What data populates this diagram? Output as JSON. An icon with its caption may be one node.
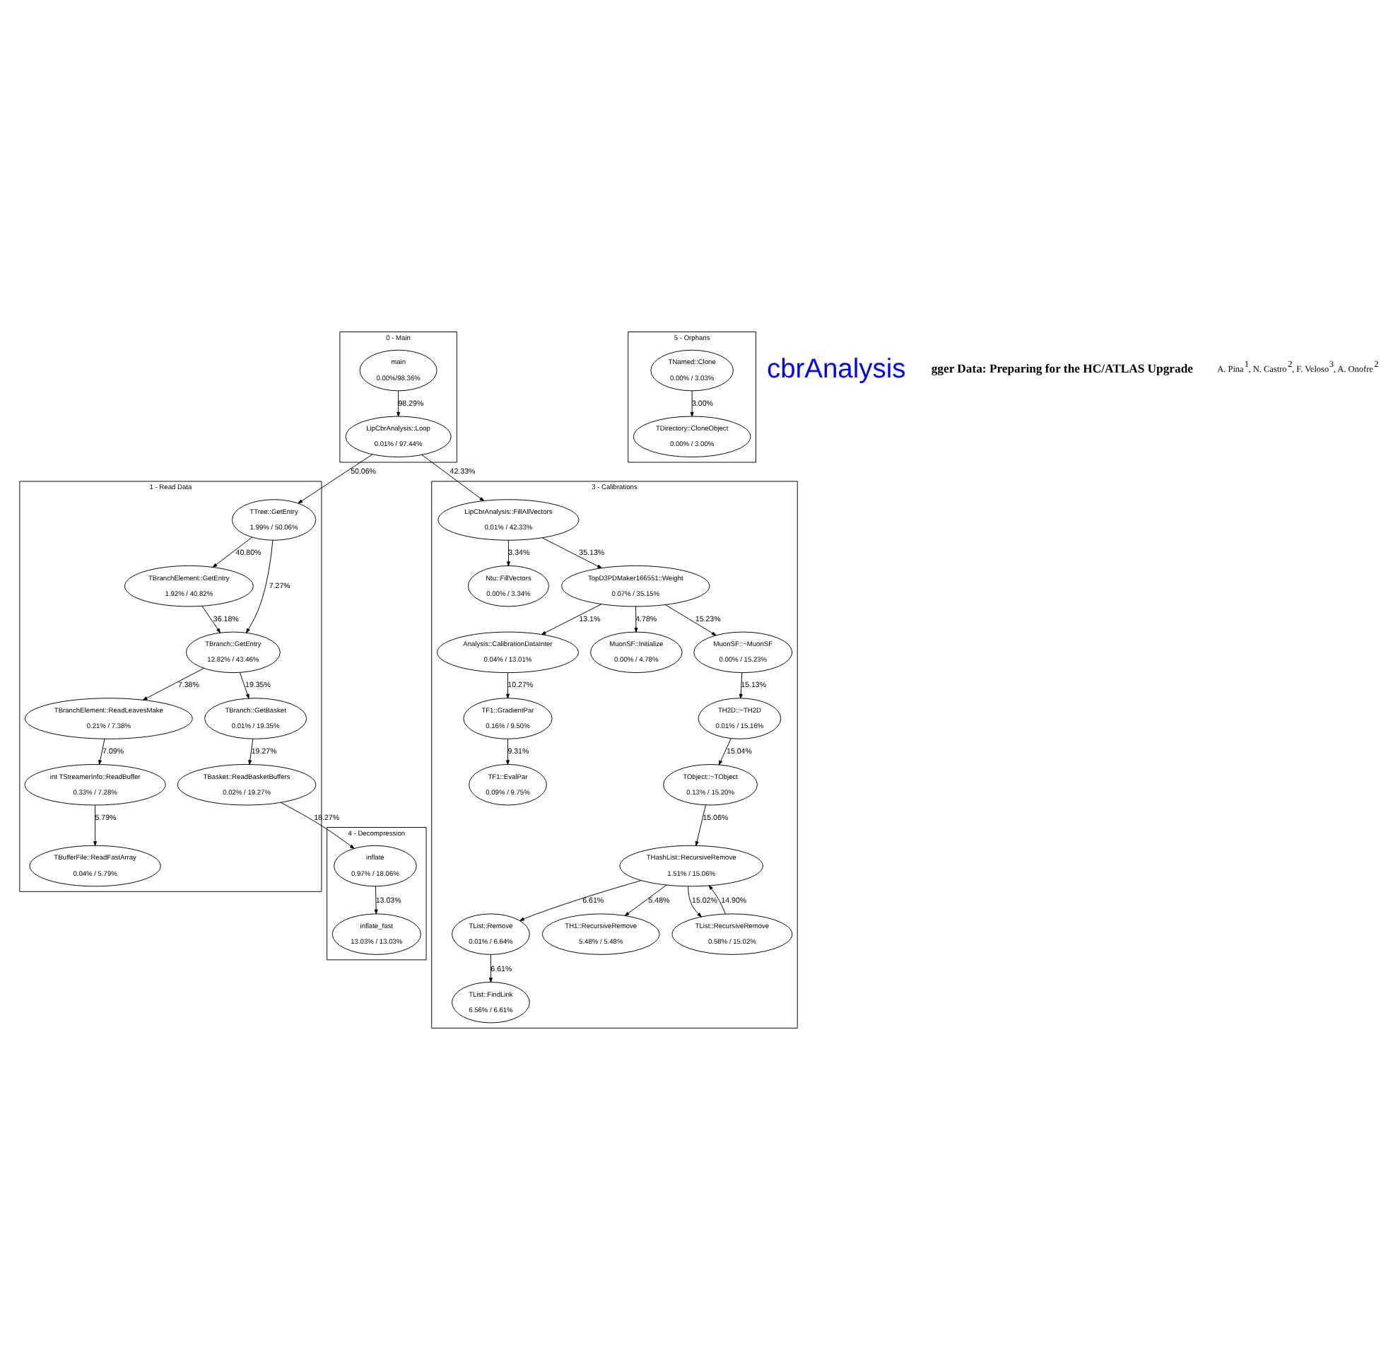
{
  "diagram": {
    "nodes": [
      {
        "text": [
          "0 - Main"
        ]
      },
      {
        "text": [
          "main",
          "0.00%/98.36%"
        ],
        "in": 0
      },
      {
        "text": [
          "LipCbrAnalysis::Loop",
          "0.01% / 97.44%"
        ],
        "in": 0
      },
      {
        "text": [
          "5 - Orphans"
        ]
      },
      {
        "text": [
          "TNamed::Clone",
          "0.00% / 3.03%"
        ],
        "in": 3
      },
      {
        "text": [
          "TDirectory::CloneObject",
          "0.00% / 3.00%"
        ],
        "in": 3
      },
      {
        "text": [
          "1 - Read Data"
        ]
      },
      {
        "text": [
          "TTree::GetEntry",
          "1.99% / 50.06%"
        ],
        "in": 6
      },
      {
        "text": [
          "TBranchElement::GetEntry",
          "1.92% / 40.82%"
        ],
        "in": 6
      },
      {
        "text": [
          "TBranch::GetEntry",
          "12.82% / 43.46%"
        ],
        "in": 6
      },
      {
        "text": [
          "TBranchElement::ReadLeavesMake",
          "0.21% / 7.38%"
        ],
        "in": 6
      },
      {
        "text": [
          "TBranch::GetBasket",
          "0.01% / 19.35%"
        ],
        "in": 6
      },
      {
        "text": [
          "int TStreamerInfo::ReadBuffer",
          "0.33% / 7.28%"
        ],
        "in": 6
      },
      {
        "text": [
          "TBasket::ReadBasketBuffers",
          "0.02% / 19.27%"
        ],
        "in": 6
      },
      {
        "text": [
          "TBufferFile::ReadFastArray",
          "0.04% / 5.79%"
        ],
        "in": 6
      },
      {
        "text": [
          "3 - Calibrations"
        ]
      },
      {
        "text": [
          "LipCbrAnalysis::FillAllVectors",
          "0.01% / 42.33%"
        ],
        "in": 15
      },
      {
        "text": [
          "Ntu::FillVectors",
          "0.00% / 3.34%"
        ],
        "in": 15
      },
      {
        "text": [
          "TopD3PDMaker166551::Weight",
          "0.07% / 35.15%"
        ],
        "in": 15
      },
      {
        "text": [
          "Analysis::CalibrationDataInter",
          "0.04% / 13.01%"
        ],
        "in": 15
      },
      {
        "text": [
          "MuonSF::Initialize",
          "0.00% / 4.78%"
        ],
        "in": 15
      },
      {
        "text": [
          "MuonSF::~MuonSF",
          "0.00% / 15.23%"
        ],
        "in": 15
      },
      {
        "text": [
          "TF1::GradientPar",
          "0.16% / 9.50%"
        ],
        "in": 15
      },
      {
        "text": [
          "TH2D::~TH2D",
          "0.01% / 15.16%"
        ],
        "in": 15
      },
      {
        "text": [
          "TF1::EvalPar",
          "0.09% / 9.75%"
        ],
        "in": 15
      },
      {
        "text": [
          "TObject::~TObject",
          "0.13% / 15.20%"
        ],
        "in": 15
      },
      {
        "text": [
          "THashList::RecursiveRemove",
          "1.51% / 15.06%"
        ],
        "in": 15
      },
      {
        "text": [
          "TList::Remove",
          "0.01% / 6.64%"
        ],
        "in": 15
      },
      {
        "text": [
          "TH1::RecursiveRemove",
          "5.48% / 5.48%"
        ],
        "in": 15
      },
      {
        "text": [
          "TList::RecursiveRemove",
          "0.58% / 15.02%"
        ],
        "in": 15
      },
      {
        "text": [
          "TList::FindLink",
          "6.56% / 6.61%"
        ],
        "in": 15
      },
      {
        "text": [
          "4 - Decompression"
        ]
      },
      {
        "text": [
          "inflate",
          "0.97% / 18.06%"
        ],
        "in": 31
      },
      {
        "text": [
          "inflate_fast",
          "13.03% / 13.03%"
        ],
        "in": 31
      }
    ],
    "edges": [
      {
        "from": 1,
        "to": 2,
        "arrow": "to",
        "label": "98.29%"
      },
      {
        "from": 4,
        "to": 5,
        "arrow": "to",
        "label": "3.00%"
      },
      {
        "from": 2,
        "to": 7,
        "arrow": "to",
        "label": "50.06%"
      },
      {
        "from": 2,
        "to": 16,
        "arrow": "to",
        "label": "42.33%"
      },
      {
        "from": 7,
        "to": 8,
        "arrow": "to",
        "label": "40.80%"
      },
      {
        "from": 7,
        "to": 9,
        "arrow": "to",
        "label": "7.27%"
      },
      {
        "from": 8,
        "to": 9,
        "arrow": "to",
        "label": "36.18%"
      },
      {
        "from": 9,
        "to": 10,
        "arrow": "to",
        "label": "7.38%"
      },
      {
        "from": 9,
        "to": 11,
        "arrow": "to",
        "label": "19.35%"
      },
      {
        "from": 10,
        "to": 12,
        "arrow": "to",
        "label": "7.09%"
      },
      {
        "from": 11,
        "to": 13,
        "arrow": "to",
        "label": "19.27%"
      },
      {
        "from": 12,
        "to": 14,
        "arrow": "to",
        "label": "5.79%"
      },
      {
        "from": 13,
        "to": 32,
        "arrow": "to",
        "label": "18.27%"
      },
      {
        "from": 32,
        "to": 33,
        "arrow": "to",
        "label": "13.03%"
      },
      {
        "from": 16,
        "to": 17,
        "arrow": "to",
        "label": "3.34%"
      },
      {
        "from": 16,
        "to": 18,
        "arrow": "to",
        "label": "35.13%"
      },
      {
        "from": 18,
        "to": 19,
        "arrow": "to",
        "label": "13.1%"
      },
      {
        "from": 18,
        "to": 20,
        "arrow": "to",
        "label": "4.78%"
      },
      {
        "from": 18,
        "to": 21,
        "arrow": "to",
        "label": "15.23%"
      },
      {
        "from": 19,
        "to": 22,
        "arrow": "to",
        "label": "10.27%"
      },
      {
        "from": 22,
        "to": 24,
        "arrow": "to",
        "label": "9.31%"
      },
      {
        "from": 21,
        "to": 23,
        "arrow": "to",
        "label": "15.13%"
      },
      {
        "from": 23,
        "to": 25,
        "arrow": "to",
        "label": "15.04%"
      },
      {
        "from": 25,
        "to": 26,
        "arrow": "to",
        "label": "15.06%"
      },
      {
        "from": 26,
        "to": 27,
        "arrow": "to",
        "label": "6.61%"
      },
      {
        "from": 26,
        "to": 28,
        "arrow": "to",
        "label": "5.48%"
      },
      {
        "from": 26,
        "to": 29,
        "arrow": "to",
        "label": "15.02%"
      },
      {
        "from": 29,
        "to": 26,
        "arrow": "to",
        "label": "14.90%"
      },
      {
        "from": 27,
        "to": 30,
        "arrow": "to",
        "label": "6.61%"
      }
    ],
    "labels": [
      "cbrAnalysis",
      "gger Data: Preparing for the HC/ATLAS Upgrade",
      "A. Pina$^{1}$, N. Castro$^{2}$, F. Veloso$^{3}$, A. Onofre$^{2}$"
    ]
  }
}
